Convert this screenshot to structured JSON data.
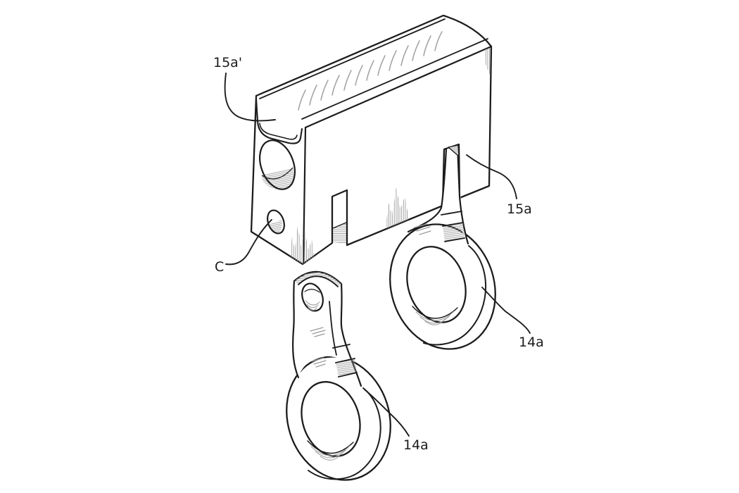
{
  "figure": {
    "description": "Isometric patent-style line drawing: rectangular block with hatched top, two holes in left face, two slots in underside, and two ring-ended link parts below",
    "colors": {
      "line": "#1c1c1c",
      "hatch": "#9b9b9b",
      "background": "#ffffff",
      "cut_face": "#d2d2d2"
    },
    "labels": [
      {
        "id": "recess-top-left",
        "text": "15a'"
      },
      {
        "id": "hole-left-face",
        "text": "C"
      },
      {
        "id": "slot-right",
        "text": "15a"
      },
      {
        "id": "ring-right",
        "text": "14a"
      },
      {
        "id": "ring-lower",
        "text": "14a"
      }
    ]
  }
}
